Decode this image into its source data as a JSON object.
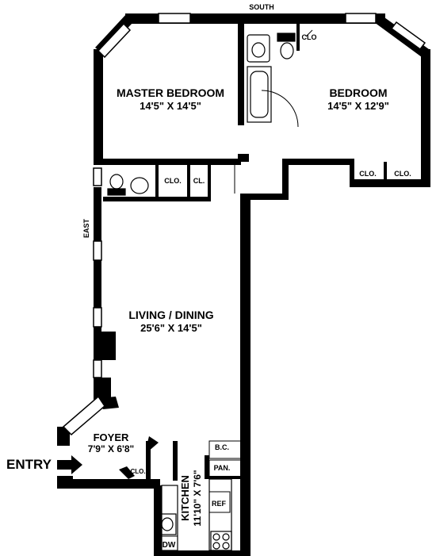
{
  "compass": {
    "south": "SOUTH",
    "east": "EAST"
  },
  "entry": "ENTRY",
  "rooms": {
    "master_bedroom": {
      "name": "MASTER BEDROOM",
      "dims": "14'5\" X 14'5\""
    },
    "bedroom": {
      "name": "BEDROOM",
      "dims": "14'5\" X 12'9\""
    },
    "living_dining": {
      "name": "LIVING / DINING",
      "dims": "25'6\" X 14'5\""
    },
    "foyer": {
      "name": "FOYER",
      "dims": "7'9\" X 6'8\""
    },
    "kitchen": {
      "name": "KITCHEN",
      "dims": "11'10\" X 7'6\""
    }
  },
  "small_labels": {
    "clo_master": "CLO.",
    "cl_master": "CL.",
    "clo_bath": "CLO",
    "clo_bed_1": "CLO.",
    "clo_bed_2": "CLO.",
    "clo_foyer": "CLO.",
    "bc": "B.C.",
    "pan": "PAN.",
    "ref": "REF",
    "dw": "DW"
  }
}
